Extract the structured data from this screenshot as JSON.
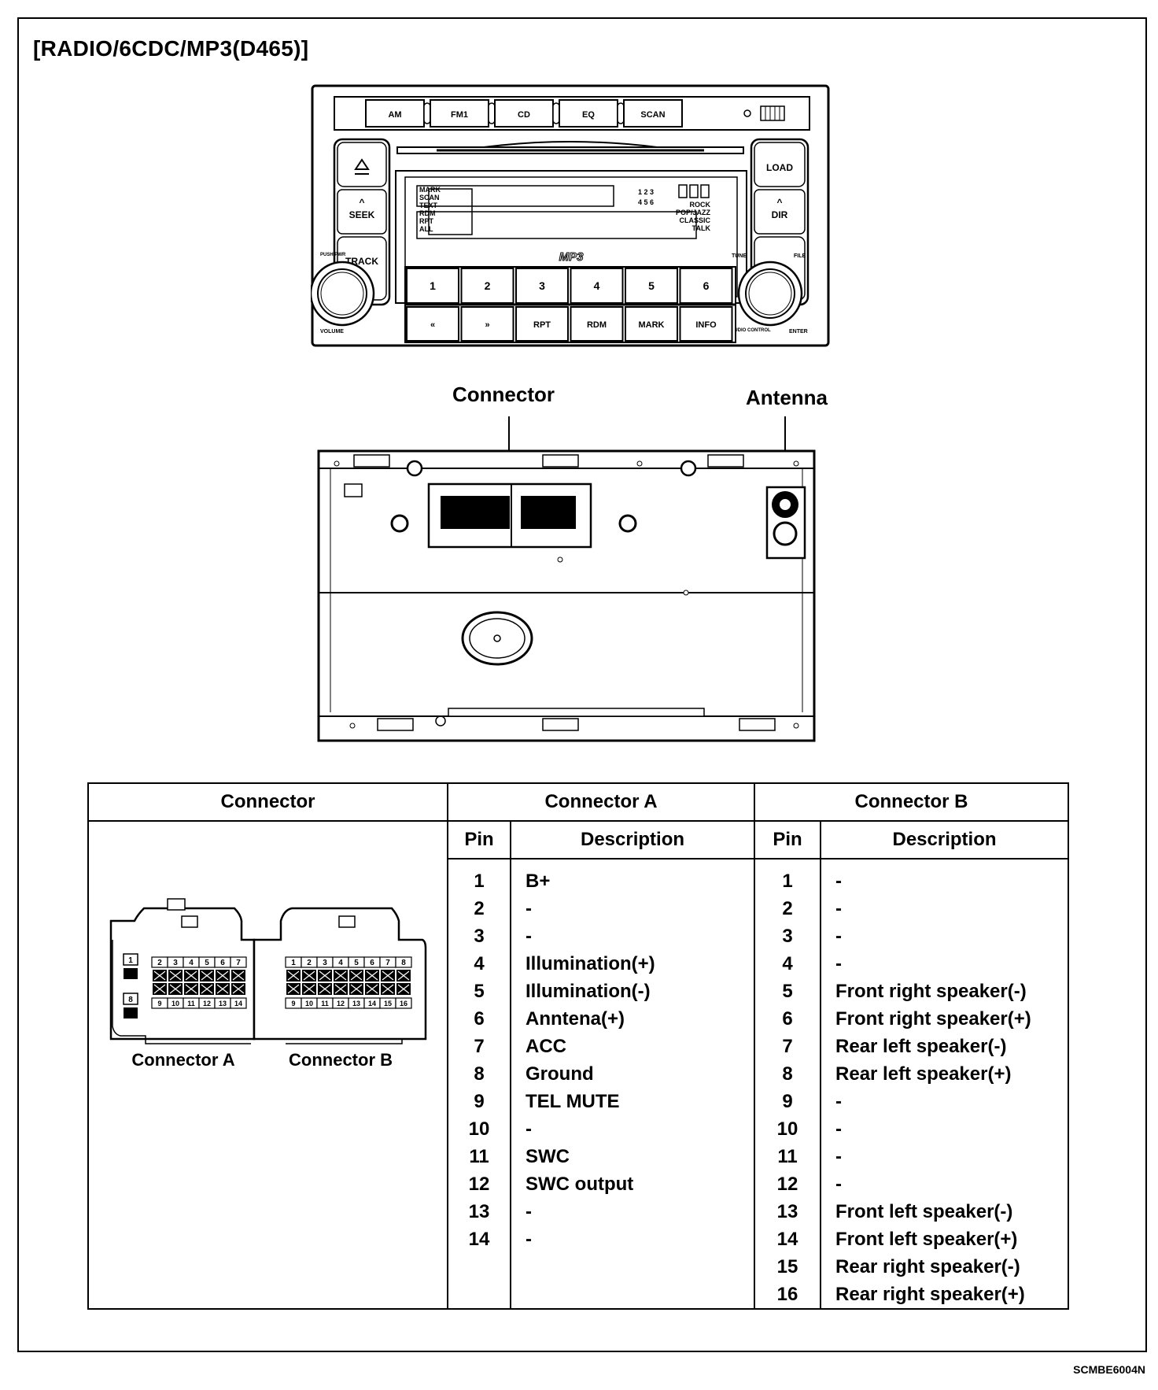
{
  "title": "[RADIO/6CDC/MP3(D465)]",
  "figure_code": "SCMBE6004N",
  "front_panel": {
    "top_buttons": [
      "AM",
      "FM1",
      "CD",
      "EQ",
      "SCAN"
    ],
    "left_buttons": [
      "SEEK",
      "TRACK"
    ],
    "right_buttons": [
      "LOAD",
      "DIR"
    ],
    "display_modes": [
      "MARK",
      "SCAN",
      "TEXT",
      "RDM",
      "RPT",
      "ALL"
    ],
    "display_eq": [
      "ROCK",
      "POP/JAZZ",
      "CLASSIC",
      "TALK"
    ],
    "logo": "MP3",
    "preset_buttons": [
      "1",
      "2",
      "3",
      "4",
      "5",
      "6"
    ],
    "function_buttons": [
      "«",
      "»",
      "RPT",
      "RDM",
      "MARK",
      "INFO"
    ],
    "knob_left_top": "PUSH PWR",
    "knob_left_bottom": "VOLUME",
    "knob_right_top_left": "TUNE",
    "knob_right_top_right": "FILE",
    "knob_right_bottom_left": "AUDIO CONTROL",
    "knob_right_bottom_right": "ENTER"
  },
  "rear_labels": {
    "connector": "Connector",
    "antenna": "Antenna"
  },
  "table": {
    "header_connector": "Connector",
    "header_a": "Connector A",
    "header_b": "Connector B",
    "pin_label": "Pin",
    "desc_label": "Description",
    "connector_a_label": "Connector A",
    "connector_b_label": "Connector B",
    "connector_a": [
      {
        "pin": "1",
        "desc": "B+"
      },
      {
        "pin": "2",
        "desc": "-"
      },
      {
        "pin": "3",
        "desc": "-"
      },
      {
        "pin": "4",
        "desc": "Illumination(+)"
      },
      {
        "pin": "5",
        "desc": "Illumination(-)"
      },
      {
        "pin": "6",
        "desc": "Anntena(+)"
      },
      {
        "pin": "7",
        "desc": "ACC"
      },
      {
        "pin": "8",
        "desc": "Ground"
      },
      {
        "pin": "9",
        "desc": "TEL MUTE"
      },
      {
        "pin": "10",
        "desc": "-"
      },
      {
        "pin": "11",
        "desc": "SWC"
      },
      {
        "pin": "12",
        "desc": "SWC output"
      },
      {
        "pin": "13",
        "desc": "-"
      },
      {
        "pin": "14",
        "desc": "-"
      }
    ],
    "connector_b": [
      {
        "pin": "1",
        "desc": "-"
      },
      {
        "pin": "2",
        "desc": "-"
      },
      {
        "pin": "3",
        "desc": "-"
      },
      {
        "pin": "4",
        "desc": "-"
      },
      {
        "pin": "5",
        "desc": "Front right speaker(-)"
      },
      {
        "pin": "6",
        "desc": "Front right speaker(+)"
      },
      {
        "pin": "7",
        "desc": "Rear left speaker(-)"
      },
      {
        "pin": "8",
        "desc": "Rear left speaker(+)"
      },
      {
        "pin": "9",
        "desc": "-"
      },
      {
        "pin": "10",
        "desc": "-"
      },
      {
        "pin": "11",
        "desc": "-"
      },
      {
        "pin": "12",
        "desc": "-"
      },
      {
        "pin": "13",
        "desc": "Front left speaker(-)"
      },
      {
        "pin": "14",
        "desc": "Front left speaker(+)"
      },
      {
        "pin": "15",
        "desc": "Rear right speaker(-)"
      },
      {
        "pin": "16",
        "desc": "Rear right speaker(+)"
      }
    ],
    "conn_a_pin_top": [
      "2",
      "3",
      "4",
      "5",
      "6",
      "7"
    ],
    "conn_a_pin_bottom": [
      "9",
      "10",
      "11",
      "12",
      "13",
      "14"
    ],
    "conn_a_side_pins": [
      "1",
      "8"
    ],
    "conn_b_pin_top": [
      "1",
      "2",
      "3",
      "4",
      "5",
      "6",
      "7",
      "8"
    ],
    "conn_b_pin_bottom": [
      "9",
      "10",
      "11",
      "12",
      "13",
      "14",
      "15",
      "16"
    ]
  }
}
